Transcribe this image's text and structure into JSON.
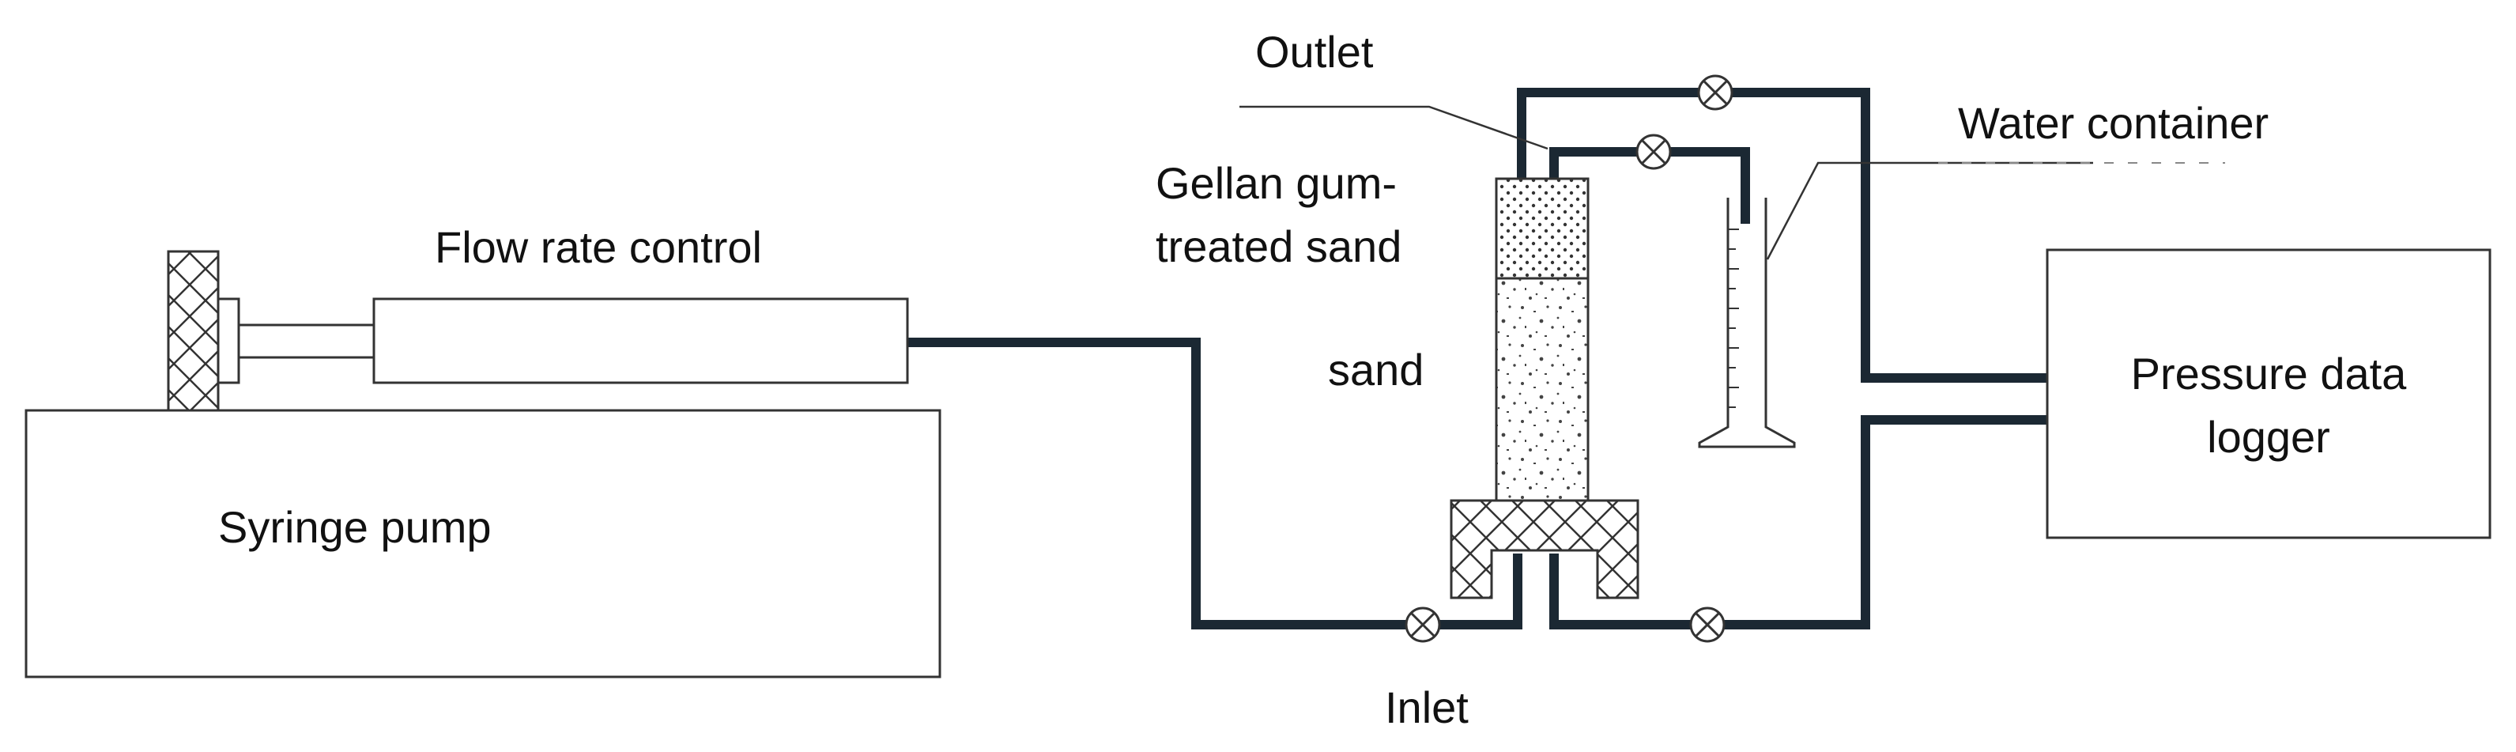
{
  "labels": {
    "outlet": "Outlet",
    "gellan_line1": "Gellan gum-",
    "gellan_line2": "treated sand",
    "flow_rate_control": "Flow rate control",
    "sand": "sand",
    "water_container": "Water container",
    "pressure_logger_line1": "Pressure data",
    "pressure_logger_line2": "logger",
    "syringe_pump": "Syringe pump",
    "inlet": "Inlet"
  },
  "colors": {
    "pipe": "#1b2833",
    "outline": "#333333",
    "text": "#111111"
  },
  "valves": [
    "inlet-valve",
    "lower-right-valve",
    "top-valve",
    "outlet-valve"
  ]
}
